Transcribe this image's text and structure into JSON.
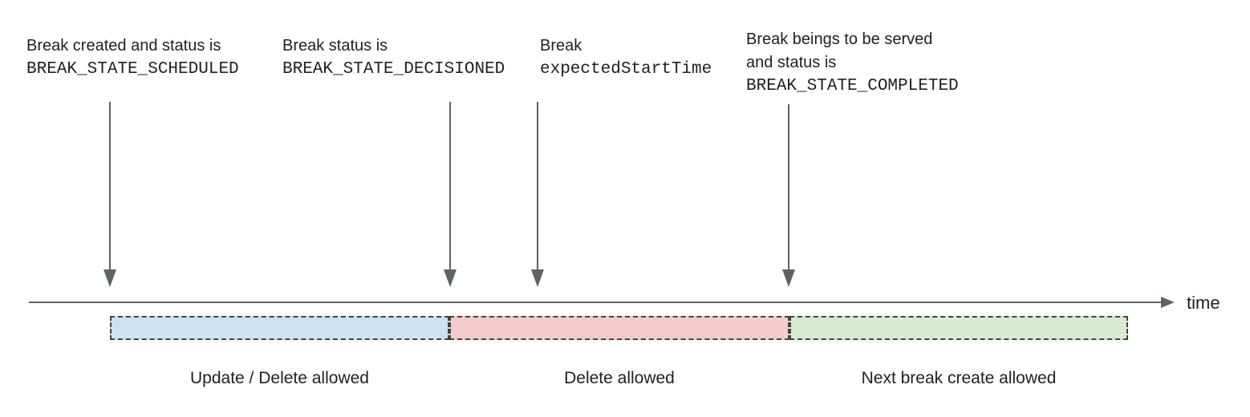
{
  "annotations": [
    {
      "line1": "Break created and status is",
      "code": "BREAK_STATE_SCHEDULED"
    },
    {
      "line1": "Break status is",
      "code": "BREAK_STATE_DECISIONED"
    },
    {
      "line1": "Break",
      "code": "expectedStartTime"
    },
    {
      "line1": "Break beings to be served",
      "line2": "and status is",
      "code": "BREAK_STATE_COMPLETED"
    }
  ],
  "timeline": {
    "axis_label": "time"
  },
  "segments": [
    {
      "label": "Update / Delete allowed",
      "fill": "#cfe2f3"
    },
    {
      "label": "Delete allowed",
      "fill": "#f4cccc"
    },
    {
      "label": "Next break create allowed",
      "fill": "#d9ead3"
    }
  ],
  "colors": {
    "arrow": "#5f6368",
    "segment_border": "#434343",
    "text": "#202124"
  }
}
